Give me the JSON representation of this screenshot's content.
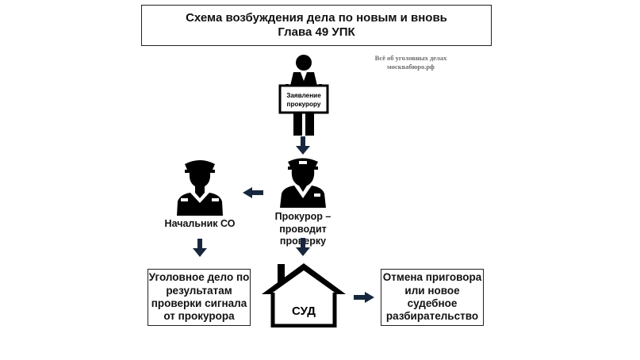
{
  "title": {
    "line1": "Схема возбуждения дела по новым и вновь",
    "line2": "Глава 49 УПК"
  },
  "watermark": {
    "line1": "Всё об уголовных делах",
    "line2": "москвабюро.рф"
  },
  "sign": {
    "line1": "Заявление",
    "line2": "прокурору"
  },
  "nodes": {
    "chief_caption": "Начальник СО",
    "prosecutor_caption_line1": "Прокурор – проводит",
    "prosecutor_caption_line2": "проверку",
    "court_label": "СУД",
    "left_box": [
      "Уголовное дело по",
      "результатам",
      "проверки сигнала",
      "от прокурора"
    ],
    "right_box": [
      "Отмена приговора",
      "или новое",
      "судебное",
      "разбирательство"
    ]
  },
  "colors": {
    "arrow": "#17273d",
    "figure": "#000000",
    "border": "#222222"
  }
}
